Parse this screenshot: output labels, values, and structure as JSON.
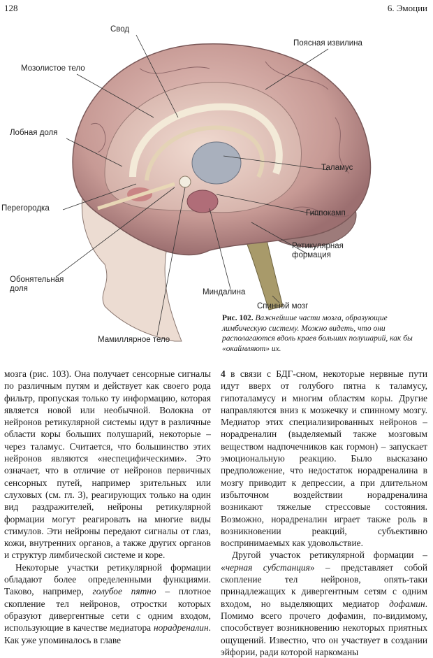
{
  "header": {
    "page_number": "128",
    "chapter": "6. Эмоции"
  },
  "figure": {
    "labels": {
      "fornix": "Свод",
      "cingulate": "Поясная извилина",
      "corpus_callosum": "Мозолистое тело",
      "frontal": "Лобная доля",
      "thalamus": "Таламус",
      "septum": "Перегородка",
      "hippocampus": "Гиппокамп",
      "reticular_1": "Ретикулярная",
      "reticular_2": "формация",
      "olfactory_1": "Обонятельная",
      "olfactory_2": "доля",
      "amygdala": "Миндалина",
      "spinal": "Спинной мозг",
      "mamillary": "Мамиллярное тело"
    },
    "caption": {
      "number": "Рис. 102.",
      "text": "Важнейшие части мозга, образующие лимбическую систему. Можно видеть, что они располагаются вдоль краев больших полушарий, как бы «окаймляют» их."
    }
  },
  "body": {
    "left": {
      "p1": "мозга (рис. 103). Она получает сенсорные сигналы по различным путям и действует как своего рода фильтр, пропуская только ту информацию, которая является новой или необычной. Волокна от нейронов ретикулярной системы идут в различные области коры больших полушарий, некоторые – через таламус. Считается, что большинство этих нейронов являются «неспецифическими». Это означает, что в отличие от нейронов первичных сенсорных путей, например зрительных или слуховых (см. гл. 3), реагирующих только на один вид раздражителей, нейроны ретикулярной формации могут реагировать на многие виды стимулов. Эти нейроны передают сигналы от глаз, кожи, внутренних органов, а также других органов и структур лимбической системе и коре.",
      "p2_a": "Некоторые участки ретикулярной формации обладают более определенными функциями. Таково, например, ",
      "p2_em1": "голубое пятно",
      "p2_b": " – плотное скопление тел нейронов, отростки которых образуют дивергентные сети с одним входом, использующие в качестве медиатора ",
      "p2_em2": "норадреналин",
      "p2_c": ". Как уже упоминалось в главе"
    },
    "right": {
      "p1_num": "4",
      "p1": " в связи с БДГ-сном, некоторые нервные пути идут вверх от голубого пятна к таламусу, гипоталамусу и многим областям коры. Другие направляются вниз к мозжечку и спинному мозгу. Медиатор этих специализированных нейронов – норадреналин (выделяемый также мозговым веществом надпочечников как гормон) – запускает эмоциональную реакцию. Было высказано предположение, что недостаток норадреналина в мозгу приводит к депрессии, а при длительном избыточном воздействии норадреналина возникают тяжелые стрессовые состояния. Возможно, норадреналин играет также роль в возникновении реакций, субъективно воспринимаемых как удовольствие.",
      "p2_a": "Другой участок ретикулярной формации – «",
      "p2_em1": "черная субстанция",
      "p2_b": "» – представляет собой скопление тел нейронов, опять-таки принадлежащих к дивергентным сетям с одним входом, но выделяющих медиатор ",
      "p2_em2": "дофамин",
      "p2_c": ". Помимо всего прочего дофамин, по-видимому, способствует возникновению некоторых приятных ощущений. Известно, что он участвует в создании эйфории, ради которой наркоманы"
    }
  }
}
